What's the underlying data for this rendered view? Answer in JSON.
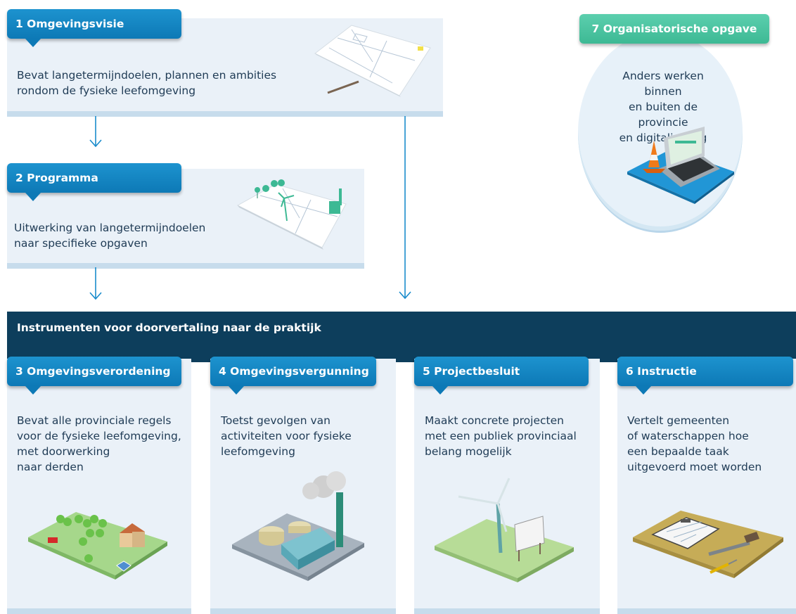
{
  "omgevingsvisie": {
    "title": "1 Omgevingsvisie",
    "description": "Bevat langetermijndoelen, plannen en ambities\nrondom de fysieke leefomgeving",
    "illustration": "map-with-pencil-icon"
  },
  "programma": {
    "title": "2 Programma",
    "description": "Uitwerking van langetermijndoelen\nnaar specifieke opgaven",
    "illustration": "map-with-windturbine-icon"
  },
  "organisatorisch": {
    "title": "7 Organisatorische opgave",
    "description": "Anders werken binnen\nen buiten de provincie\nen digitalisering",
    "illustration": "laptop-with-traffic-cone-icon"
  },
  "instrumenten": {
    "title": "Instrumenten voor doorvertaling naar de praktijk",
    "items": [
      {
        "title": "3 Omgevingsverordening",
        "description": "Bevat alle provinciale regels\nvoor de fysieke leefomgeving,\nmet doorwerking\nnaar derden",
        "illustration": "landscape-with-house-icon"
      },
      {
        "title": "4 Omgevingsvergunning",
        "description": "Toetst gevolgen van\nactiviteiten voor fysieke\nleefomgeving",
        "illustration": "factory-icon"
      },
      {
        "title": "5 Projectbesluit",
        "description": "Maakt concrete projecten\nmet een publiek provinciaal\nbelang mogelijk",
        "illustration": "windturbine-with-sign-icon"
      },
      {
        "title": "6 Instructie",
        "description": "Vertelt gemeenten\nof waterschappen hoe\neen bepaalde taak\nuitgevoerd moet worden",
        "illustration": "clipboard-with-tools-icon"
      }
    ]
  },
  "colors": {
    "tab_blue": "#0d79b6",
    "tab_green": "#3db994",
    "panel_bg": "#eaf1f8",
    "banner": "#0d3e5c",
    "arrow": "#1a8ccc"
  }
}
